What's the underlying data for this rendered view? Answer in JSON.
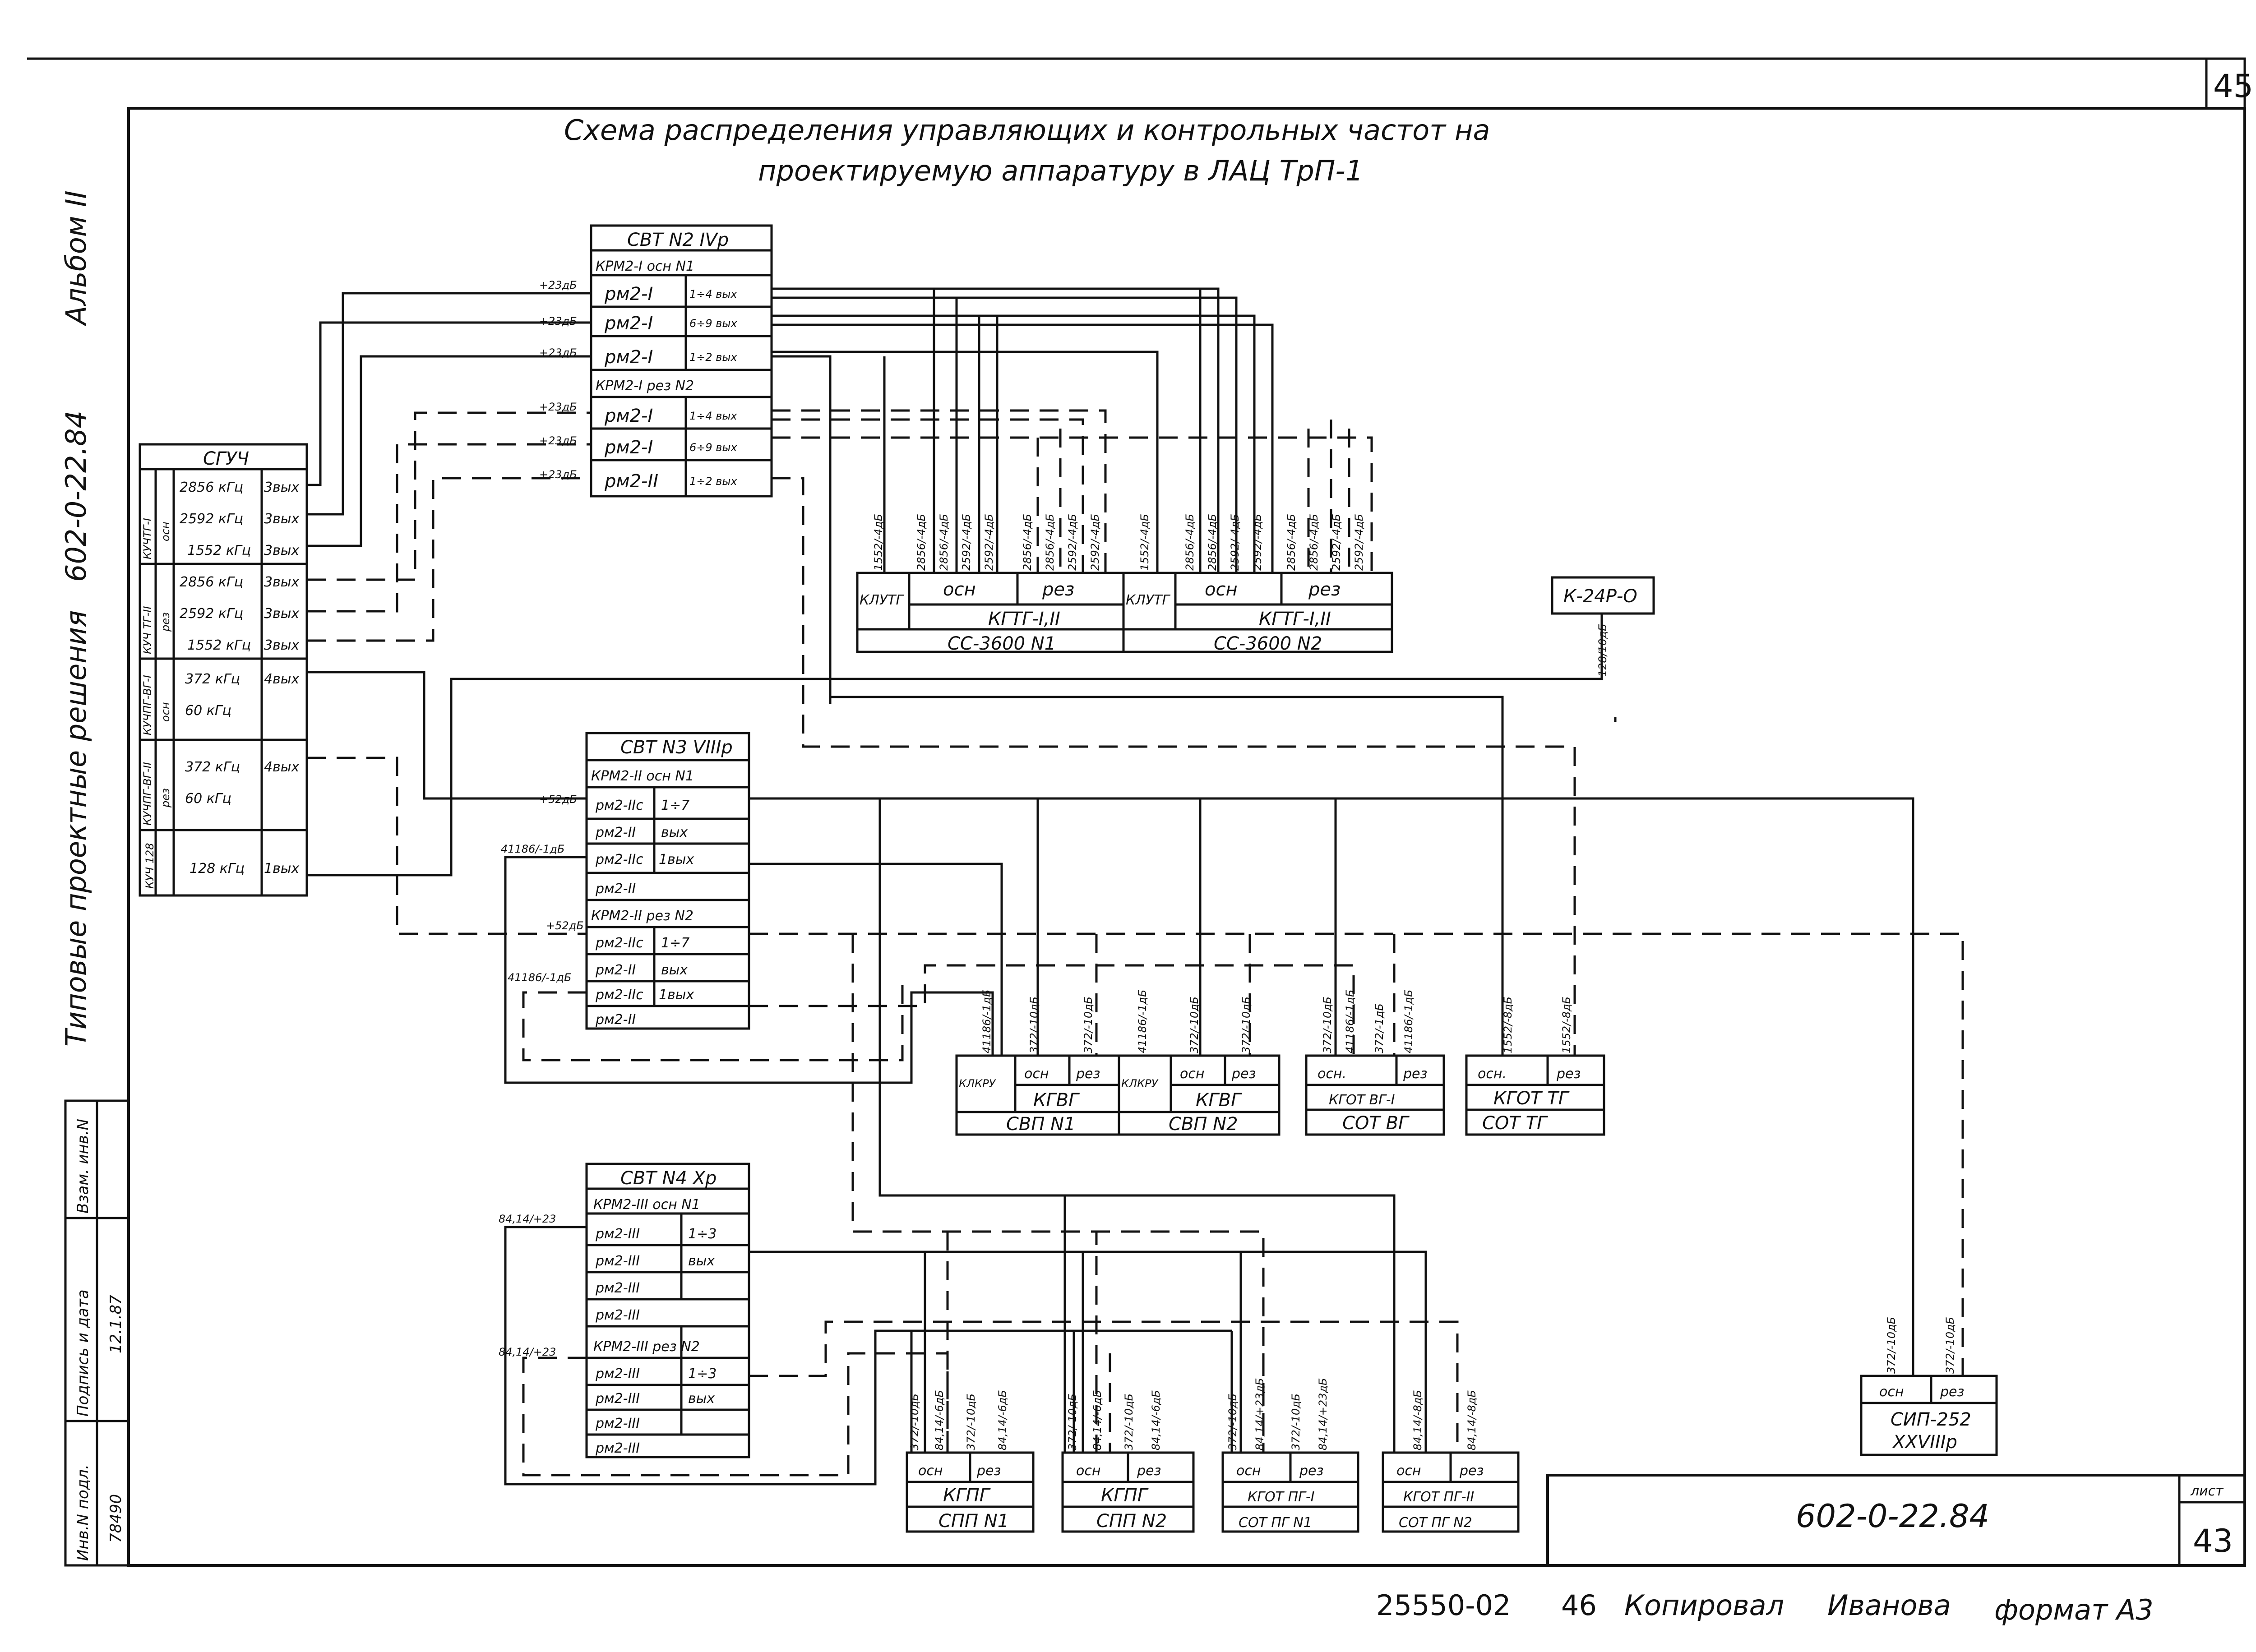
{
  "page_number": "45",
  "title": {
    "line1": "Схема распределения управляющих и контрольных частот на",
    "line2": "проектируемую аппаратуру в ЛАЦ ТрП-1"
  },
  "side": {
    "album": "Альбом II",
    "series": "Типовые проектные решения",
    "code": "602-0-22.84"
  },
  "sguch": {
    "header": "СГУЧ",
    "rows": [
      {
        "group": "КУЧТГ-I",
        "sub": "осн",
        "freq": "2856 кГц",
        "out": "3вых"
      },
      {
        "group": "",
        "sub": "",
        "freq": "2592 кГц",
        "out": "3вых"
      },
      {
        "group": "",
        "sub": "",
        "freq": "1552 кГц",
        "out": "3вых"
      },
      {
        "group": "КУЧ ТГ-II",
        "sub": "рез",
        "freq": "2856 кГц",
        "out": "3вых"
      },
      {
        "group": "",
        "sub": "",
        "freq": "2592 кГц",
        "out": "3вых"
      },
      {
        "group": "",
        "sub": "",
        "freq": "1552 кГц",
        "out": "3вых"
      },
      {
        "group": "КУЧПГ-ВГ-I",
        "sub": "осн",
        "freq": "372 кГц",
        "out": "4вых"
      },
      {
        "group": "",
        "sub": "",
        "freq": "60 кГц",
        "out": ""
      },
      {
        "group": "КУЧПГ-ВГ-II",
        "sub": "рез",
        "freq": "372 кГц",
        "out": "4вых"
      },
      {
        "group": "",
        "sub": "",
        "freq": "60 кГц",
        "out": ""
      },
      {
        "group": "КУЧ 128",
        "sub": "",
        "freq": "128 кГц",
        "out": "1вых"
      }
    ]
  },
  "svt2": {
    "header": "СВТ N2 IVр",
    "sec1": "КРМ2-I осн N1",
    "rows1": [
      {
        "name": "рм2-I",
        "info": "1÷4 вых",
        "lab": "+23дБ"
      },
      {
        "name": "рм2-I",
        "info": "6÷9 вых",
        "lab": "+23дБ"
      },
      {
        "name": "рм2-I",
        "info": "1÷2 вых",
        "lab": "+23дБ"
      }
    ],
    "sec2": "КРМ2-I рез N2",
    "rows2": [
      {
        "name": "рм2-I",
        "info": "1÷4 вых",
        "lab": "+23дБ"
      },
      {
        "name": "рм2-I",
        "info": "6÷9 вых",
        "lab": "+23дБ"
      },
      {
        "name": "рм2-II",
        "info": "1÷2 вых",
        "lab": "+23дБ"
      }
    ]
  },
  "svt3": {
    "header": "СВТ N3 VIIIр",
    "sec1": "КРМ2-II осн N1",
    "rows1": [
      "рм2-IIс",
      "рм2-II",
      "рм2-IIс",
      "рм2-II"
    ],
    "info1": [
      "1÷7",
      "вых",
      "1вых",
      ""
    ],
    "sec2": "КРМ2-II рез N2",
    "rows2": [
      "рм2-IIс",
      "рм2-II",
      "рм2-IIс",
      "рм2-II"
    ],
    "info2": [
      "1÷7",
      "вых",
      "1вых",
      ""
    ],
    "labels": [
      "+52дБ",
      "41186/-1дБ",
      "+52дБ",
      "41186/-1дБ"
    ]
  },
  "svt4": {
    "header": "СВТ N4 Xр",
    "sec1": "КРМ2-III осн N1",
    "rows1": [
      "рм2-III",
      "рм2-III",
      "рм2-III",
      "рм2-III"
    ],
    "info1": [
      "1÷3",
      "вых"
    ],
    "sec2": "КРМ2-III рез N2",
    "rows2": [
      "рм2-III",
      "рм2-III",
      "рм2-III",
      "рм2-III"
    ],
    "info2": [
      "1÷3",
      "вых"
    ],
    "labels": [
      "84,14/+23",
      "84,14/+23"
    ]
  },
  "k24": {
    "label": "К-24Р-О",
    "freq": "128/10дБ"
  },
  "cc1": {
    "kl": "КЛУТГ",
    "osn": "осн",
    "rez": "рез",
    "mid": "КГТГ-I,II",
    "bot": "СС-3600 N1",
    "freqs": [
      "1552/-4дБ",
      "2856/-4дБ",
      "2856/-4дБ",
      "2592/-4дБ",
      "2592/-4дБ",
      "2856/-4дБ",
      "2856/-4дБ",
      "2592/-4дБ",
      "2592/-4дБ"
    ]
  },
  "cc2": {
    "kl": "КЛУТГ",
    "osn": "осн",
    "rez": "рез",
    "mid": "КГТГ-I,II",
    "bot": "СС-3600 N2",
    "freqs": [
      "1552/-4дБ",
      "2856/-4дБ",
      "2856/-4дБ",
      "2592/-4дБ",
      "2592/-4дБ",
      "2856/-4дБ",
      "2856/-4дБ",
      "2592/-4дБ",
      "2592/-4дБ"
    ]
  },
  "svp1": {
    "kl": "КЛКРУ",
    "osn": "осн",
    "rez": "рез",
    "mid": "КГВГ",
    "bot": "СВП N1",
    "freqs": [
      "41186/-1дБ",
      "372/-10дБ",
      "372/-10дБ"
    ]
  },
  "svp2": {
    "kl": "КЛКРУ",
    "osn": "осн",
    "rez": "рез",
    "mid": "КГВГ",
    "bot": "СВП N2",
    "freqs": [
      "41186/-1дБ",
      "372/-10дБ",
      "372/-10дБ"
    ]
  },
  "sotvg": {
    "osn": "осн.",
    "rez": "рез",
    "mid": "КГОТ ВГ-I",
    "bot": "СОТ ВГ",
    "freqs": [
      "372/-10дБ",
      "41186/-1дБ",
      "372/-1дБ",
      "41186/-1дБ"
    ]
  },
  "sottg": {
    "osn": "осн.",
    "rez": "рез",
    "mid": "КГОТ ТГ",
    "bot": "СОТ ТГ",
    "freqs": [
      "1552/-8дБ",
      "1552/-8дБ"
    ]
  },
  "spp1": {
    "osn": "осн",
    "rez": "рез",
    "mid": "КГПГ",
    "bot": "СПП N1",
    "freqs": [
      "372/-10дБ",
      "84,14/-6дБ",
      "372/-10дБ",
      "84,14/-6дБ"
    ]
  },
  "spp2": {
    "osn": "осн",
    "rez": "рез",
    "mid": "КГПГ",
    "bot": "СПП N2",
    "freqs": [
      "372/-10дБ",
      "84,14/-6дБ",
      "372/-10дБ",
      "84,14/-6дБ"
    ]
  },
  "sotpg1": {
    "osn": "осн",
    "rez": "рез",
    "mid": "КГОТ ПГ-I",
    "bot": "СОТ ПГ N1",
    "freqs": [
      "372/-10дБ",
      "84,14/+23дБ",
      "372/-10дБ",
      "84,14/+23дБ"
    ]
  },
  "sotpg2": {
    "osn": "осн",
    "rez": "рез",
    "mid": "КГОТ ПГ-II",
    "bot": "СОТ ПГ N2",
    "freqs": [
      "84,14/-8дБ",
      "84,14/-8дБ"
    ]
  },
  "sip": {
    "osn": "осн",
    "rez": "рез",
    "mid": "СИП-252",
    "bot": "XXVIIIр",
    "freqs": [
      "372/-10дБ",
      "372/-10дБ"
    ]
  },
  "stamp": {
    "code": "602-0-22.84",
    "list_label": "лист",
    "list_no": "43"
  },
  "bottom": {
    "num": "25550-02",
    "copy_no": "46",
    "copied": "Копировал",
    "name": "Иванова",
    "format": "формат А3"
  },
  "leftblock": {
    "inv": "Инв.N подл.",
    "inv_val": "78490",
    "sign": "Подпись и дата",
    "sign_val": "12.1.87",
    "vzam": "Взам. инв.N"
  },
  "colors": {
    "ink": "#111111",
    "paper": "#ffffff"
  }
}
